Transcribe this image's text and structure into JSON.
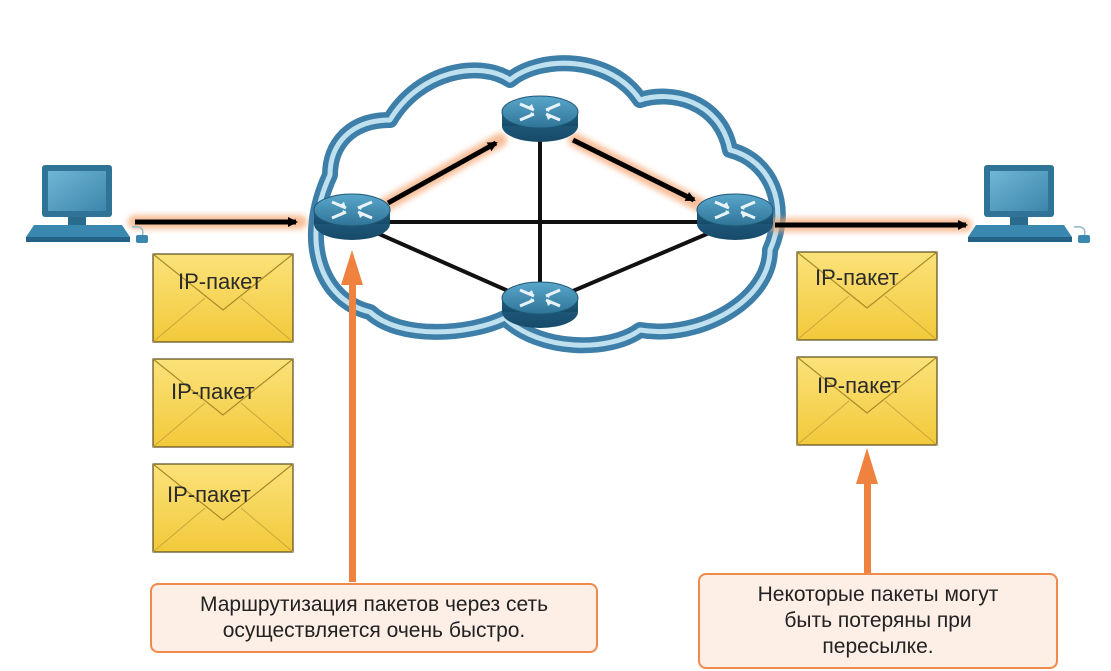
{
  "envelopes": {
    "left": [
      "IP-пакет",
      "IP-пакет",
      "IP-пакет"
    ],
    "right": [
      "IP-пакет",
      "IP-пакет"
    ]
  },
  "callouts": {
    "routing": {
      "line1": "Маршрутизация пакетов через сеть",
      "line2": "осуществляется очень быстро."
    },
    "loss": {
      "line1": "Некоторые пакеты могут",
      "line2": "быть потеряны при",
      "line3": "пересылке."
    }
  },
  "colors": {
    "cloud_stroke": "#3d7fa8",
    "router_body": "#2f7497",
    "envelope_fill": "#f6d24a",
    "callout_border": "#f08a4b",
    "callout_fill": "#fdeee6",
    "arrow_orange": "#f0823f"
  },
  "icons": [
    "computer-icon",
    "router-icon",
    "envelope-icon",
    "cloud-icon"
  ]
}
